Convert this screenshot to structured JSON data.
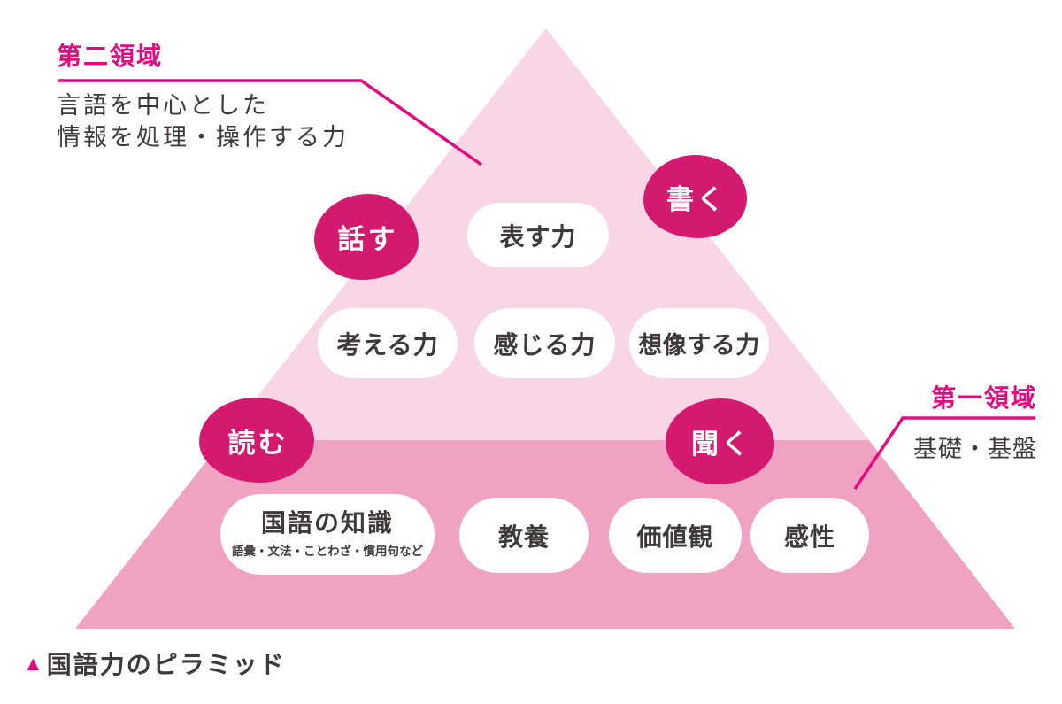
{
  "colors": {
    "accent": "#e40980",
    "blob": "#d31a6e",
    "upper": "#f8d6e5",
    "lower": "#f0a2c2",
    "ink": "#3e3a39",
    "pill_bg": "#ffffff",
    "blob_text": "#ffffff"
  },
  "domain_labels": {
    "second": {
      "title": "第二領域",
      "line1": "言語を中心とした",
      "line2": "情報を処理・操作する力"
    },
    "first": {
      "title": "第一領域",
      "desc": "基礎・基盤"
    }
  },
  "skill_bubbles": {
    "speak": "話す",
    "write": "書く",
    "read": "読む",
    "listen": "聞く"
  },
  "ability_pills": {
    "express": "表す力",
    "think": "考える力",
    "feel": "感じる力",
    "imagine": "想像する力",
    "knowledge": {
      "title": "国語の知識",
      "subtitle": "語彙・文法・ことわざ・慣用句など"
    },
    "culture": "教養",
    "values": "価値観",
    "sense": "感性"
  },
  "caption": {
    "marker": "▲",
    "text": "国語力のピラミッド"
  }
}
